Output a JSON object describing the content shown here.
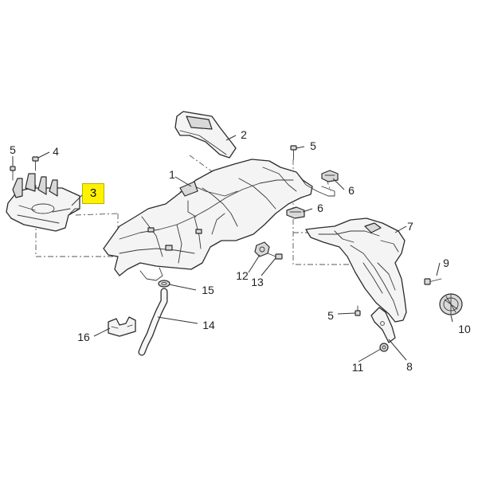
{
  "callouts": {
    "c1": "1",
    "c2": "2",
    "c3": "3",
    "c4": "4",
    "c5a": "5",
    "c5b": "5",
    "c5c": "5",
    "c6a": "6",
    "c6b": "6",
    "c7": "7",
    "c8": "8",
    "c9": "9",
    "c10": "10",
    "c11": "11",
    "c12": "12",
    "c13": "13",
    "c14": "14",
    "c15": "15",
    "c16": "16"
  },
  "colors": {
    "highlight": "#fff200",
    "line": "#2b2b2b"
  }
}
